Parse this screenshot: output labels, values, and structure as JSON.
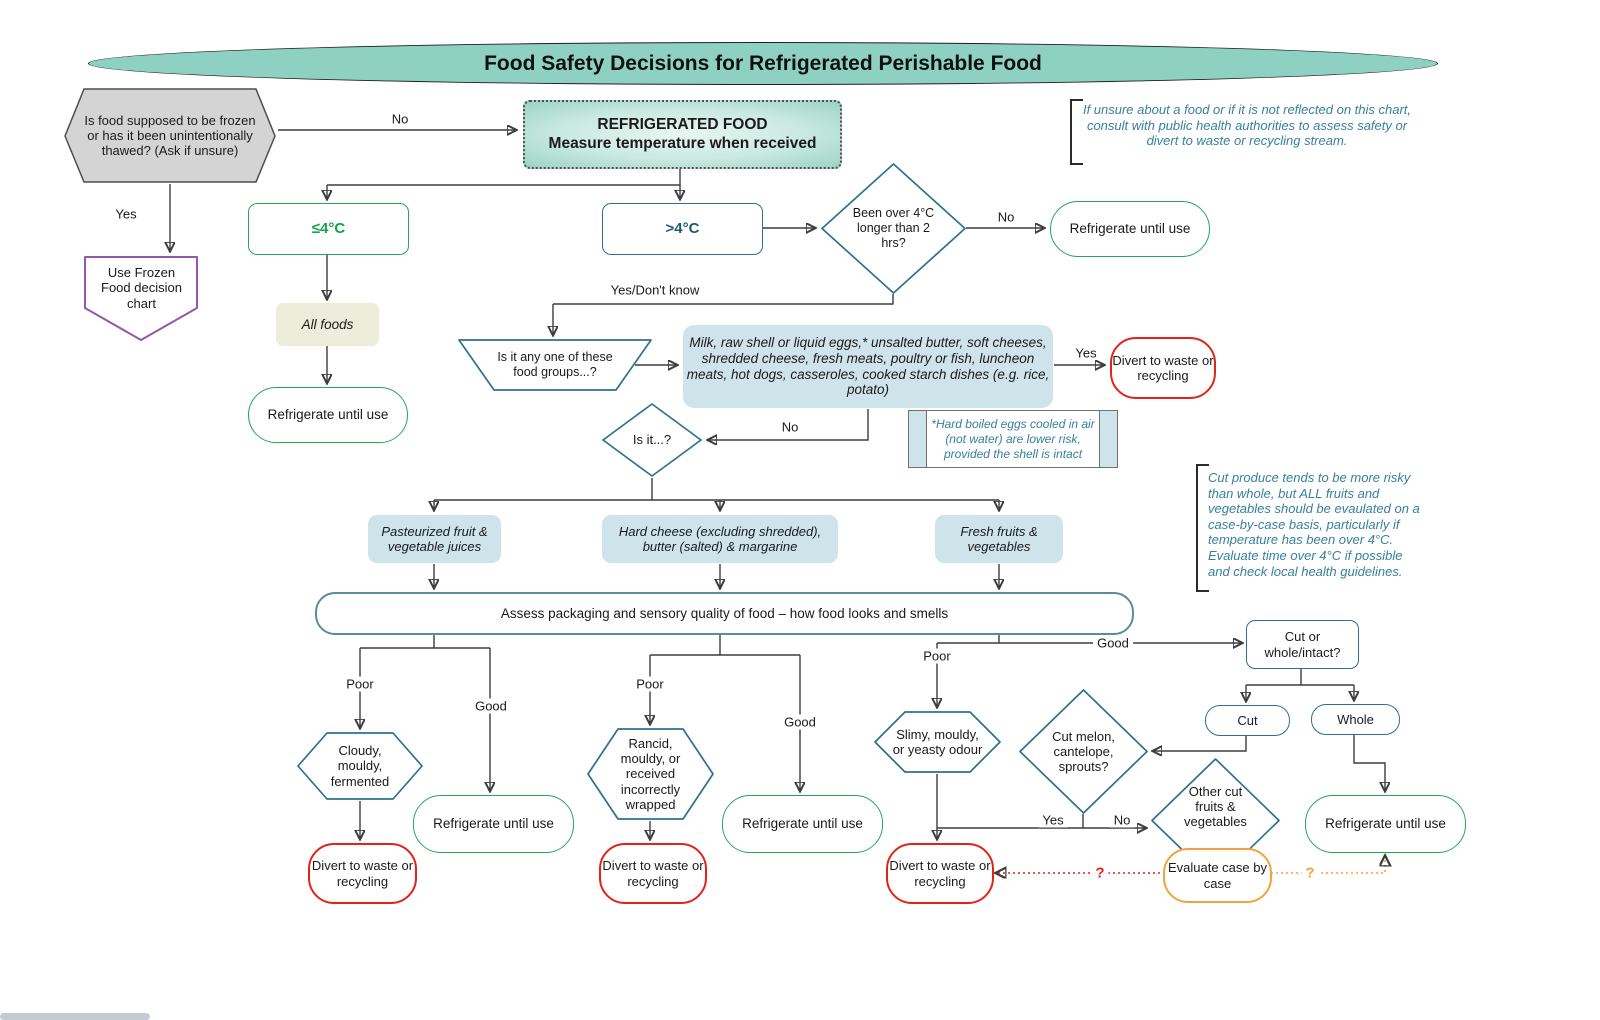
{
  "title": "Food Safety Decisions for Refrigerated Perishable Food",
  "nodes": {
    "frozen_question": "Is food supposed to be frozen or has it been unintentionally thawed? (Ask if unsure)",
    "refrigerated_food_line1": "REFRIGERATED FOOD",
    "refrigerated_food_line2": "Measure temperature when received",
    "use_frozen_chart": "Use Frozen Food decision chart",
    "le_4c": "≤4°C",
    "gt_4c": ">4°C",
    "all_foods": "All foods",
    "been_over_4c": "Been over 4°C longer than 2 hrs?",
    "refrigerate_until_use": "Refrigerate until use",
    "divert_to_waste": "Divert to waste or recycling",
    "food_groups_question": "Is it any one of these food groups...?",
    "high_risk_foods": "Milk, raw shell or liquid eggs,* unsalted butter, soft cheeses, shredded cheese, fresh meats, poultry or fish, luncheon meats, hot dogs, casseroles, cooked starch dishes (e.g. rice, potato)",
    "is_it_question": "Is it...?",
    "juices": "Pasteurized fruit & vegetable juices",
    "hard_cheese": "Hard cheese (excluding shredded), butter (salted) & margarine",
    "fresh_fruits_veg": "Fresh fruits & vegetables",
    "assess": "Assess packaging and sensory quality of food – how food looks and smells",
    "cloudy": "Cloudy, mouldy, fermented",
    "rancid": "Rancid, mouldy, or received incorrectly wrapped",
    "slimy": "Slimy, mouldy, or yeasty odour",
    "cut_melon": "Cut melon, cantelope, sprouts?",
    "other_cut": "Other cut fruits & vegetables",
    "evaluate": "Evaluate case by case",
    "cut_or_whole": "Cut or whole/intact?",
    "cut": "Cut",
    "whole": "Whole"
  },
  "edge_labels": {
    "no": "No",
    "yes": "Yes",
    "yes_dont_know": "Yes/Don't know",
    "poor": "Poor",
    "good": "Good",
    "question": "?"
  },
  "notes": {
    "unsure": "If unsure about a food or if it is not reflected on this chart, consult with public health authorities to assess safety or divert to waste or recycling stream.",
    "eggs": "*Hard boiled eggs cooled in air (not water) are lower risk, provided the shell is intact",
    "cut_produce": "Cut produce tends to be more risky than whole, but ALL fruits and vegetables should be evaulated on a case-by-case basis, particularly if temperature has been over 4°C. Evaluate time over 4°C if possible and check local health guidelines."
  },
  "colors": {
    "header_fill": "#8ed1c2",
    "blue_border": "#2e708f",
    "green": "#27a65a",
    "red": "#e3231a",
    "orange": "#f2a33c",
    "purple": "#9557a8",
    "light_blue_fill": "#cfe4ea",
    "olive_fill": "#ecedda",
    "note_text": "#35809e"
  }
}
